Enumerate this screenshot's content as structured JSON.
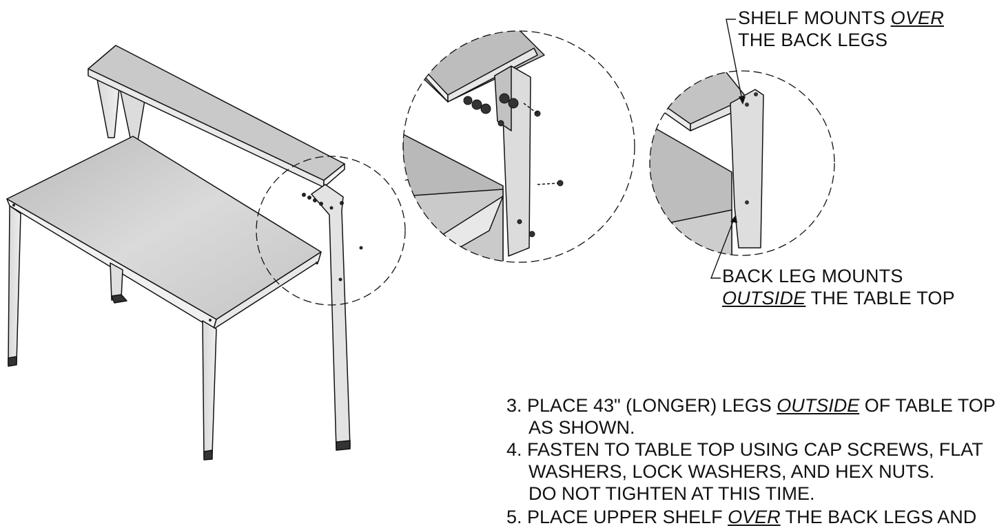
{
  "callouts": {
    "shelf": {
      "prefix": "SHELF MOUNTS ",
      "emphasis": "OVER",
      "line2": "THE BACK LEGS"
    },
    "back_leg": {
      "line1": "BACK LEG MOUNTS",
      "emphasis": "OUTSIDE",
      "suffix": " THE TABLE TOP"
    }
  },
  "instructions": {
    "step3": {
      "prefix": "3. PLACE 43\" (LONGER) LEGS ",
      "emphasis": "OUTSIDE",
      "suffix": " OF TABLE TOP",
      "line2": "AS SHOWN."
    },
    "step4": {
      "line1": "4. FASTEN TO TABLE TOP USING CAP SCREWS, FLAT",
      "line2": "WASHERS, LOCK WASHERS, AND HEX NUTS.",
      "line3": "DO NOT TIGHTEN AT THIS TIME."
    },
    "step5": {
      "prefix": "5. PLACE UPPER SHELF ",
      "emphasis": "OVER",
      "suffix": " THE BACK LEGS AND"
    }
  },
  "colors": {
    "ink": "#111111",
    "panel_light": "#e6e6e6",
    "panel_mid": "#cfcfcf",
    "panel_dark": "#a9a9a9"
  }
}
